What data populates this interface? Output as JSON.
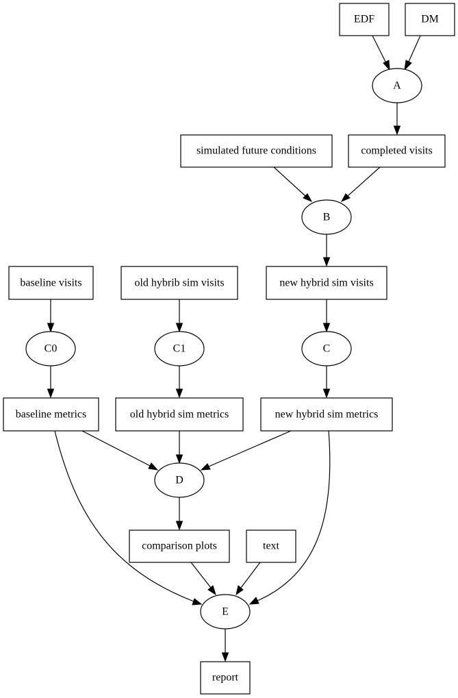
{
  "nodes": {
    "edf": "EDF",
    "dm": "DM",
    "a": "A",
    "simulated_future_conditions": "simulated future conditions",
    "completed_visits": "completed visits",
    "b": "B",
    "baseline_visits": "baseline visits",
    "old_hybrib_sim_visits": "old hybrib sim visits",
    "new_hybrid_sim_visits": "new hybrid sim visits",
    "c0": "C0",
    "c1": "C1",
    "c": "C",
    "baseline_metrics": "baseline metrics",
    "old_hybrid_sim_metrics": "old hybrid sim metrics",
    "new_hybrid_sim_metrics": "new hybrid sim metrics",
    "d": "D",
    "comparison_plots": "comparison plots",
    "text": "text",
    "e": "E",
    "report": "report"
  },
  "edges": [
    [
      "edf",
      "a"
    ],
    [
      "dm",
      "a"
    ],
    [
      "a",
      "completed_visits"
    ],
    [
      "simulated_future_conditions",
      "b"
    ],
    [
      "completed_visits",
      "b"
    ],
    [
      "b",
      "new_hybrid_sim_visits"
    ],
    [
      "baseline_visits",
      "c0"
    ],
    [
      "old_hybrib_sim_visits",
      "c1"
    ],
    [
      "new_hybrid_sim_visits",
      "c"
    ],
    [
      "c0",
      "baseline_metrics"
    ],
    [
      "c1",
      "old_hybrid_sim_metrics"
    ],
    [
      "c",
      "new_hybrid_sim_metrics"
    ],
    [
      "baseline_metrics",
      "d"
    ],
    [
      "old_hybrid_sim_metrics",
      "d"
    ],
    [
      "new_hybrid_sim_metrics",
      "d"
    ],
    [
      "baseline_metrics",
      "e"
    ],
    [
      "new_hybrid_sim_metrics",
      "e"
    ],
    [
      "d",
      "comparison_plots"
    ],
    [
      "comparison_plots",
      "e"
    ],
    [
      "text",
      "e"
    ],
    [
      "e",
      "report"
    ]
  ]
}
